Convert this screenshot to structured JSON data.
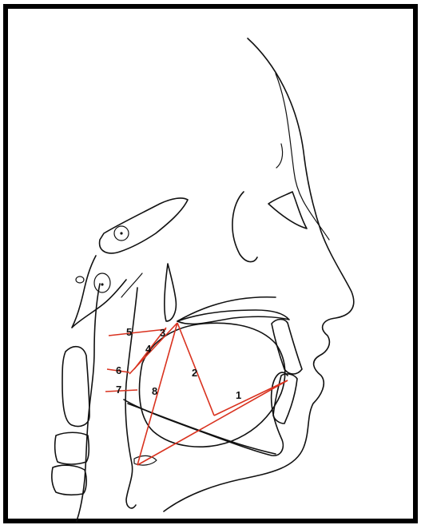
{
  "figure": {
    "line_colors": {
      "measurement": "#d9321f",
      "outline": "#111111",
      "frame": "#000000"
    },
    "labels": {
      "l1": "1",
      "l2": "2",
      "l3": "3",
      "l4": "4",
      "l5": "5",
      "l6": "6",
      "l7": "7",
      "l8": "8"
    }
  }
}
